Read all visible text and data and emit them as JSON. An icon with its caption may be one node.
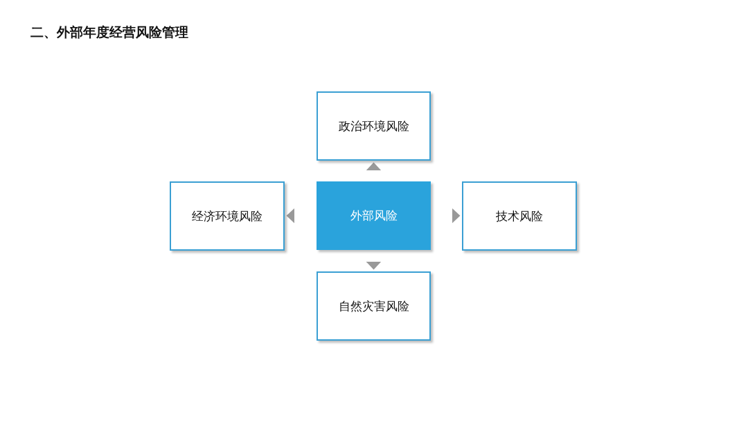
{
  "diagram": {
    "title": "二、外部年度经营风险管理",
    "nodes": [
      {
        "text": [
          "政治环境风险"
        ]
      },
      {
        "text": [
          "经济环境风险"
        ]
      },
      {
        "text": [
          "外部风险"
        ]
      },
      {
        "text": [
          "技术风险"
        ]
      },
      {
        "text": [
          "自然灾害风险"
        ]
      }
    ],
    "edges": [
      {
        "from": 2,
        "to": 0,
        "arrow": "to"
      },
      {
        "from": 2,
        "to": 1,
        "arrow": "to"
      },
      {
        "from": 2,
        "to": 3,
        "arrow": "to"
      },
      {
        "from": 2,
        "to": 4,
        "arrow": "to"
      }
    ]
  }
}
